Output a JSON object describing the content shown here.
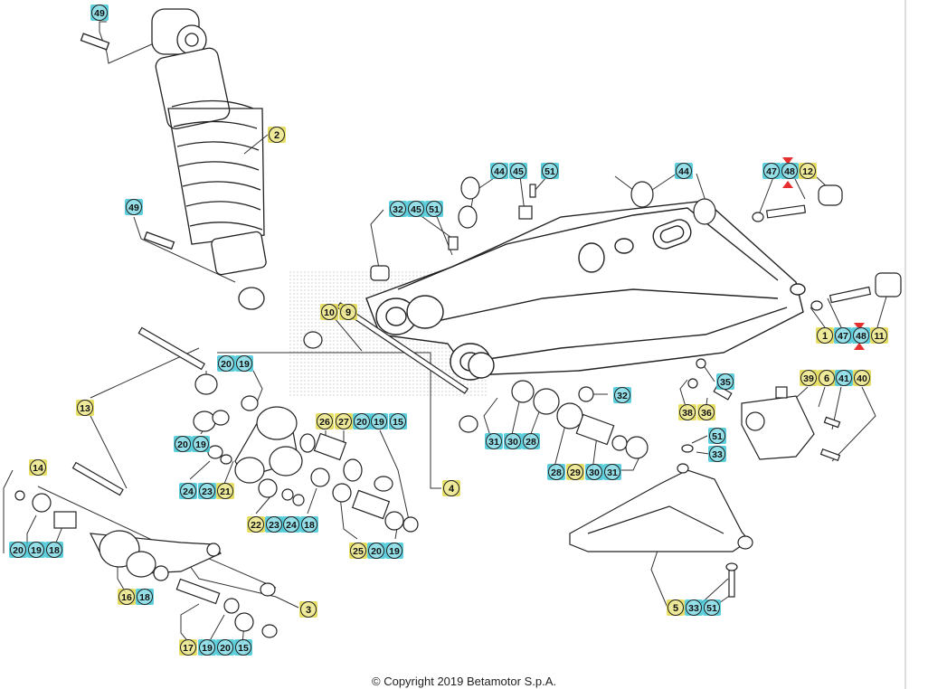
{
  "footer": {
    "copyright": "© Copyright 2019 Betamotor S.p.A."
  },
  "colors": {
    "callout_cyan": "#3fc6d6",
    "callout_yellow": "#e3d94a",
    "marker_red": "#e63030",
    "line": "#333333"
  },
  "callouts": [
    {
      "n": "49",
      "c": "cyan"
    },
    {
      "n": "2",
      "c": "yellow"
    },
    {
      "n": "49",
      "c": "cyan"
    },
    {
      "n": "32",
      "c": "cyan"
    },
    {
      "n": "45",
      "c": "cyan"
    },
    {
      "n": "51",
      "c": "cyan"
    },
    {
      "n": "44",
      "c": "cyan"
    },
    {
      "n": "45",
      "c": "cyan"
    },
    {
      "n": "51",
      "c": "cyan"
    },
    {
      "n": "44",
      "c": "cyan"
    },
    {
      "n": "47",
      "c": "cyan"
    },
    {
      "n": "48",
      "c": "cyan"
    },
    {
      "n": "12",
      "c": "yellow"
    },
    {
      "n": "1",
      "c": "yellow"
    },
    {
      "n": "47",
      "c": "cyan"
    },
    {
      "n": "48",
      "c": "cyan"
    },
    {
      "n": "11",
      "c": "yellow"
    },
    {
      "n": "10",
      "c": "yellow"
    },
    {
      "n": "9",
      "c": "yellow"
    },
    {
      "n": "20",
      "c": "cyan"
    },
    {
      "n": "19",
      "c": "cyan"
    },
    {
      "n": "13",
      "c": "yellow"
    },
    {
      "n": "20",
      "c": "cyan"
    },
    {
      "n": "19",
      "c": "cyan"
    },
    {
      "n": "24",
      "c": "cyan"
    },
    {
      "n": "23",
      "c": "cyan"
    },
    {
      "n": "21",
      "c": "yellow"
    },
    {
      "n": "26",
      "c": "yellow"
    },
    {
      "n": "27",
      "c": "yellow"
    },
    {
      "n": "20",
      "c": "cyan"
    },
    {
      "n": "19",
      "c": "cyan"
    },
    {
      "n": "15",
      "c": "cyan"
    },
    {
      "n": "22",
      "c": "yellow"
    },
    {
      "n": "23",
      "c": "cyan"
    },
    {
      "n": "24",
      "c": "cyan"
    },
    {
      "n": "18",
      "c": "cyan"
    },
    {
      "n": "25",
      "c": "yellow"
    },
    {
      "n": "20",
      "c": "cyan"
    },
    {
      "n": "19",
      "c": "cyan"
    },
    {
      "n": "4",
      "c": "yellow"
    },
    {
      "n": "14",
      "c": "yellow"
    },
    {
      "n": "20",
      "c": "cyan"
    },
    {
      "n": "19",
      "c": "cyan"
    },
    {
      "n": "18",
      "c": "cyan"
    },
    {
      "n": "16",
      "c": "yellow"
    },
    {
      "n": "18",
      "c": "cyan"
    },
    {
      "n": "3",
      "c": "yellow"
    },
    {
      "n": "17",
      "c": "yellow"
    },
    {
      "n": "19",
      "c": "cyan"
    },
    {
      "n": "20",
      "c": "cyan"
    },
    {
      "n": "15",
      "c": "cyan"
    },
    {
      "n": "31",
      "c": "cyan"
    },
    {
      "n": "30",
      "c": "cyan"
    },
    {
      "n": "28",
      "c": "cyan"
    },
    {
      "n": "32",
      "c": "cyan"
    },
    {
      "n": "28",
      "c": "cyan"
    },
    {
      "n": "29",
      "c": "yellow"
    },
    {
      "n": "30",
      "c": "cyan"
    },
    {
      "n": "31",
      "c": "cyan"
    },
    {
      "n": "35",
      "c": "cyan"
    },
    {
      "n": "39",
      "c": "yellow"
    },
    {
      "n": "6",
      "c": "yellow"
    },
    {
      "n": "41",
      "c": "cyan"
    },
    {
      "n": "40",
      "c": "yellow"
    },
    {
      "n": "38",
      "c": "yellow"
    },
    {
      "n": "36",
      "c": "yellow"
    },
    {
      "n": "51",
      "c": "cyan"
    },
    {
      "n": "33",
      "c": "cyan"
    },
    {
      "n": "5",
      "c": "yellow"
    },
    {
      "n": "33",
      "c": "cyan"
    },
    {
      "n": "51",
      "c": "cyan"
    }
  ]
}
